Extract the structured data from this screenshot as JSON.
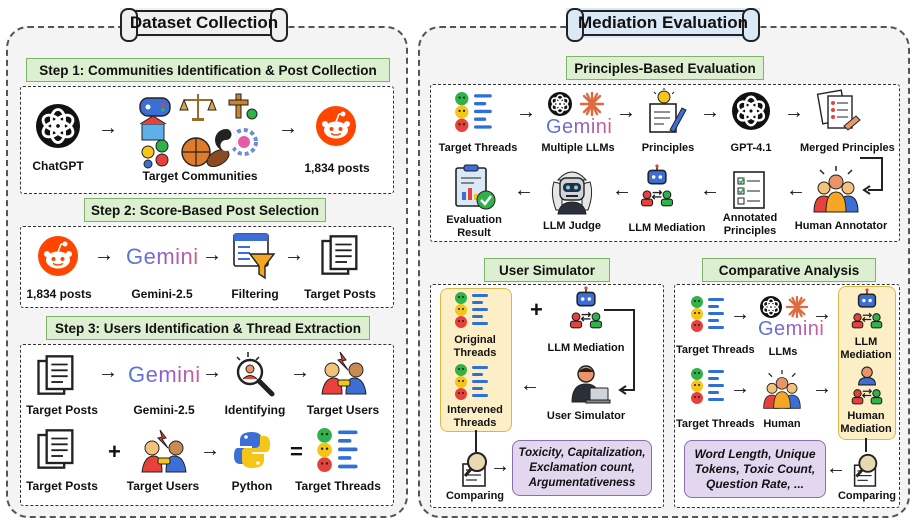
{
  "left": {
    "title": "Dataset Collection",
    "step1": {
      "title": "Step 1: Communities Identification & Post Collection",
      "chatgpt": "ChatGPT",
      "communities": "Target Communities",
      "posts": "1,834 posts"
    },
    "step2": {
      "title": "Step 2: Score-Based Post Selection",
      "posts": "1,834 posts",
      "gemini": "Gemini-2.5",
      "filtering": "Filtering",
      "target_posts": "Target Posts"
    },
    "step3": {
      "title": "Step 3: Users Identification & Thread Extraction",
      "target_posts": "Target Posts",
      "gemini": "Gemini-2.5",
      "identifying": "Identifying",
      "target_users": "Target Users",
      "target_posts2": "Target Posts",
      "target_users2": "Target Users",
      "python": "Python",
      "target_threads": "Target Threads"
    }
  },
  "right": {
    "title": "Mediation Evaluation",
    "principles": {
      "title": "Principles-Based Evaluation",
      "target_threads": "Target Threads",
      "multiple_llms": "Multiple LLMs",
      "principles": "Principles",
      "gpt41": "GPT-4.1",
      "merged": "Merged Principles",
      "human_annotator": "Human Annotator",
      "annotated_l1": "Annotated",
      "annotated_l2": "Principles",
      "llm_mediation": "LLM Mediation",
      "llm_judge": "LLM Judge",
      "eval_l1": "Evaluation",
      "eval_l2": "Result"
    },
    "simulator": {
      "title": "User Simulator",
      "original_l1": "Original",
      "original_l2": "Threads",
      "intervened_l1": "Intervened",
      "intervened_l2": "Threads",
      "llm_mediation": "LLM Mediation",
      "user_simulator": "User Simulator",
      "comparing": "Comparing",
      "metrics_l1": "Toxicity, Capitalization,",
      "metrics_l2": "Exclamation count,",
      "metrics_l3": "Argumentativeness"
    },
    "comparative": {
      "title": "Comparative Analysis",
      "target_threads1": "Target Threads",
      "llms": "LLMs",
      "llm_med_l1": "LLM",
      "llm_med_l2": "Mediation",
      "target_threads2": "Target Threads",
      "human": "Human",
      "human_med_l1": "Human",
      "human_med_l2": "Mediation",
      "comparing": "Comparing",
      "metrics_l1": "Word Length, Unique",
      "metrics_l2": "Tokens, Toxic Count,",
      "metrics_l3": "Question Rate, ..."
    }
  },
  "brand": {
    "gemini": "Gemini",
    "reddit_color": "#ff4500",
    "green_fill": "#dcefd0",
    "purple_fill": "#e3d7f0",
    "yellow_fill": "#fcefc5",
    "scroll_left": "#f0f0f0",
    "scroll_right": "#dbe8f6"
  },
  "symbols": {
    "arrow": "→",
    "left_arrow": "←",
    "plus": "+",
    "equals": "="
  }
}
